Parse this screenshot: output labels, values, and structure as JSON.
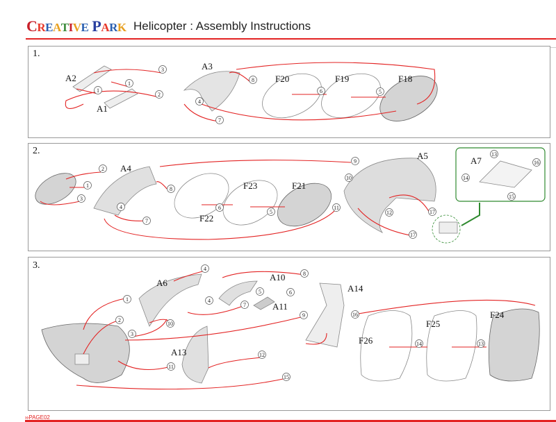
{
  "header": {
    "logo_text": "CREATIVE PARK",
    "title": "Helicopter : Assembly Instructions"
  },
  "colors": {
    "accent": "#e32222",
    "arrow": "#e32222",
    "guide": "#2f8a2f",
    "part_fill": "#d4d4d4"
  },
  "steps": [
    {
      "number": "1.",
      "part_labels": [
        "A2",
        "A1",
        "A3",
        "F20",
        "F19",
        "F18"
      ],
      "step_markers": [
        "3",
        "1",
        "1",
        "2",
        "8",
        "6",
        "5",
        "4",
        "7"
      ]
    },
    {
      "number": "2.",
      "part_labels": [
        "A4",
        "F23",
        "F21",
        "F22",
        "A5",
        "A7"
      ],
      "step_markers": [
        "2",
        "1",
        "3",
        "8",
        "6",
        "5",
        "4",
        "7",
        "9",
        "10",
        "11",
        "12",
        "17",
        "17",
        "13",
        "16",
        "14",
        "15"
      ]
    },
    {
      "number": "3.",
      "part_labels": [
        "A6",
        "A10",
        "A11",
        "A14",
        "A13",
        "F26",
        "F25",
        "F24"
      ],
      "step_markers": [
        "4",
        "8",
        "5",
        "6",
        "4",
        "7",
        "1",
        "9",
        "2",
        "10",
        "16",
        "3",
        "12",
        "14",
        "13",
        "11",
        "15"
      ]
    }
  ],
  "footer": {
    "page_label": "PAGE02"
  }
}
